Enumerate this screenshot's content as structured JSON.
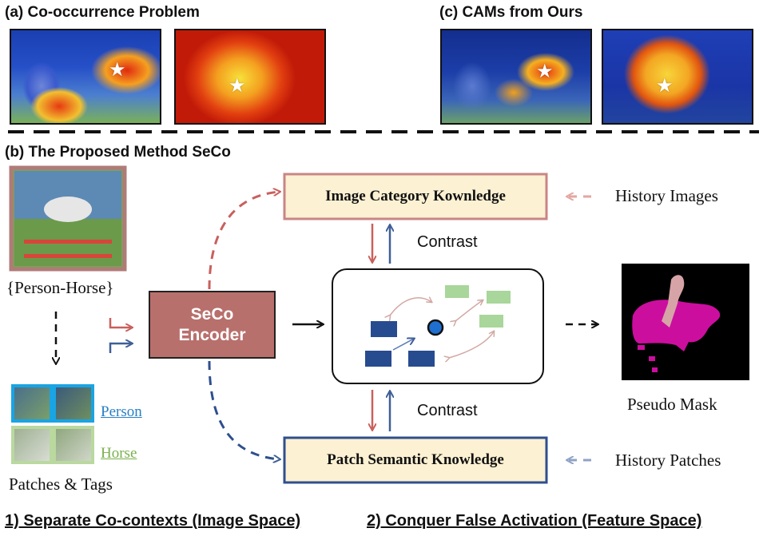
{
  "panel_a": {
    "title": "(a) Co-occurrence Problem"
  },
  "panel_c": {
    "title": "(c) CAMs from Ours"
  },
  "panel_b": {
    "title": "(b) The Proposed Method SeCo"
  },
  "input_label": "{Person-Horse}",
  "encoder": {
    "line1": "SeCo",
    "line2": "Encoder"
  },
  "image_knowledge": {
    "label": "Image Category Kownledge",
    "side_label": "History  Images"
  },
  "patch_knowledge": {
    "label": "Patch Semantic Knowledge",
    "side_label": "History  Patches"
  },
  "contrast_top": "Contrast",
  "contrast_bottom": "Contrast",
  "output": {
    "label": "Pseudo Mask"
  },
  "tags": {
    "person": "Person",
    "horse": "Horse",
    "caption": "Patches  & Tags"
  },
  "bottom": {
    "left": "1) Separate Co-contexts (Image Space)",
    "right": "2) Conquer False Activation (Feature Space)"
  },
  "colors": {
    "image_box_border": "#c98585",
    "patch_box_border": "#2e4f8e",
    "box_fill": "#fdf1d3",
    "encoder_fill": "#b8706d",
    "red_arrow": "#c9605c",
    "blue_arrow": "#3f5f96",
    "person_tag": "#2a7fc4",
    "horse_tag": "#79b04a",
    "dark_square": "#274b8f",
    "green_square": "#a9d69a"
  }
}
